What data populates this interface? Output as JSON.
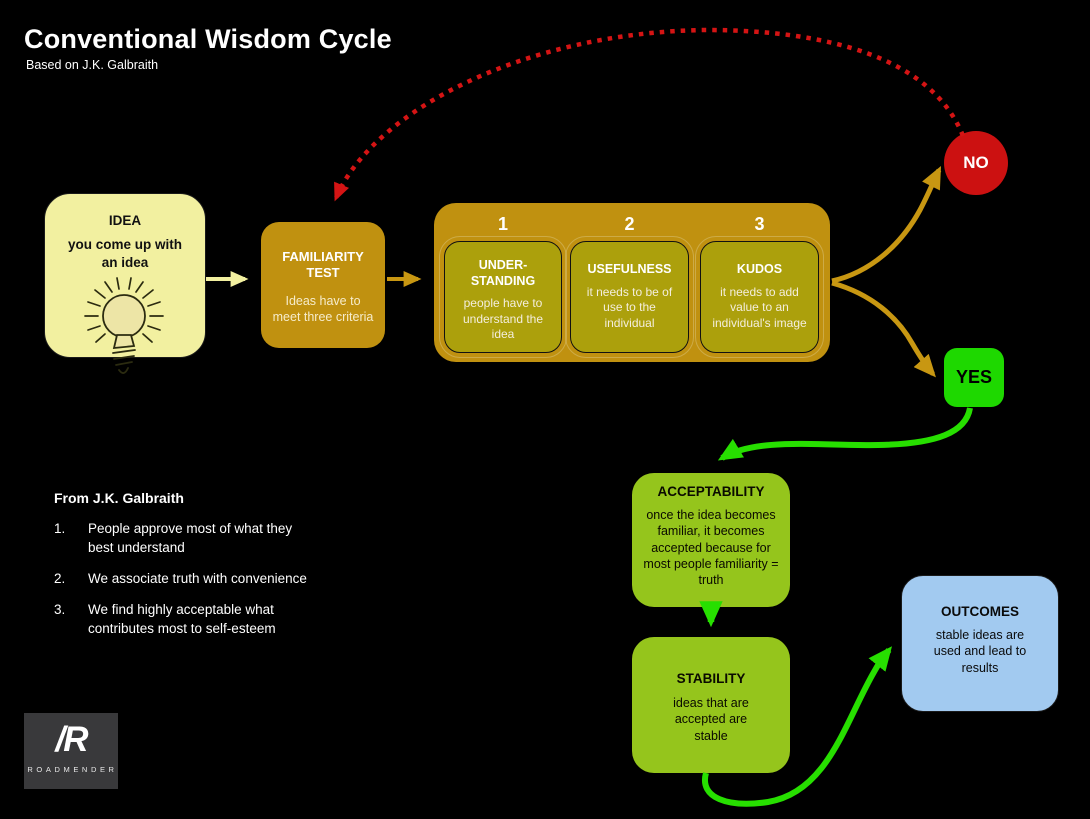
{
  "header": {
    "title": "Conventional Wisdom Cycle",
    "subtitle": "Based on J.K. Galbraith"
  },
  "nodes": {
    "idea": {
      "title": "IDEA",
      "body": "you come up with\nan idea"
    },
    "familiarity": {
      "title": "FAMILIARITY\nTEST",
      "body": "Ideas have to\nmeet three criteria"
    },
    "criteria": [
      {
        "number": "1",
        "title": "UNDER-\nSTANDING",
        "body": "people have to\nunderstand the\nidea"
      },
      {
        "number": "2",
        "title": "USEFULNESS",
        "body": "it needs to be of\nuse to the\nindividual"
      },
      {
        "number": "3",
        "title": "KUDOS",
        "body": "it needs to add\nvalue to an\nindividual's image"
      }
    ],
    "no": {
      "label": "NO"
    },
    "yes": {
      "label": "YES"
    },
    "acceptability": {
      "title": "ACCEPTABILITY",
      "body": "once the idea becomes familiar, it becomes accepted because for most people familiarity = truth"
    },
    "stability": {
      "title": "STABILITY",
      "body": "ideas that are accepted are stable"
    },
    "outcomes": {
      "title": "OUTCOMES",
      "body": "stable ideas are used and lead to results"
    }
  },
  "notes": {
    "heading": "From J.K. Galbraith",
    "items": [
      {
        "num": "1.",
        "text": "People approve most of what they best understand"
      },
      {
        "num": "2.",
        "text": "We associate truth with convenience"
      },
      {
        "num": "3.",
        "text": "We find highly acceptable what contributes most to self-esteem"
      }
    ]
  },
  "logo": {
    "mark": "/R",
    "word": "ROADMENDER"
  },
  "colors": {
    "background": "#000000",
    "gold": "#C09110",
    "olive": "#ACA00C",
    "pale_yellow": "#F2F0A0",
    "no_red": "#CC1111",
    "yes_green": "#1ED800",
    "arrow_green": "#27DF00",
    "yellow_green": "#95C51C",
    "light_blue": "#A2CAF0",
    "dotted_red": "#D41414",
    "logo_gray": "#39393B"
  }
}
